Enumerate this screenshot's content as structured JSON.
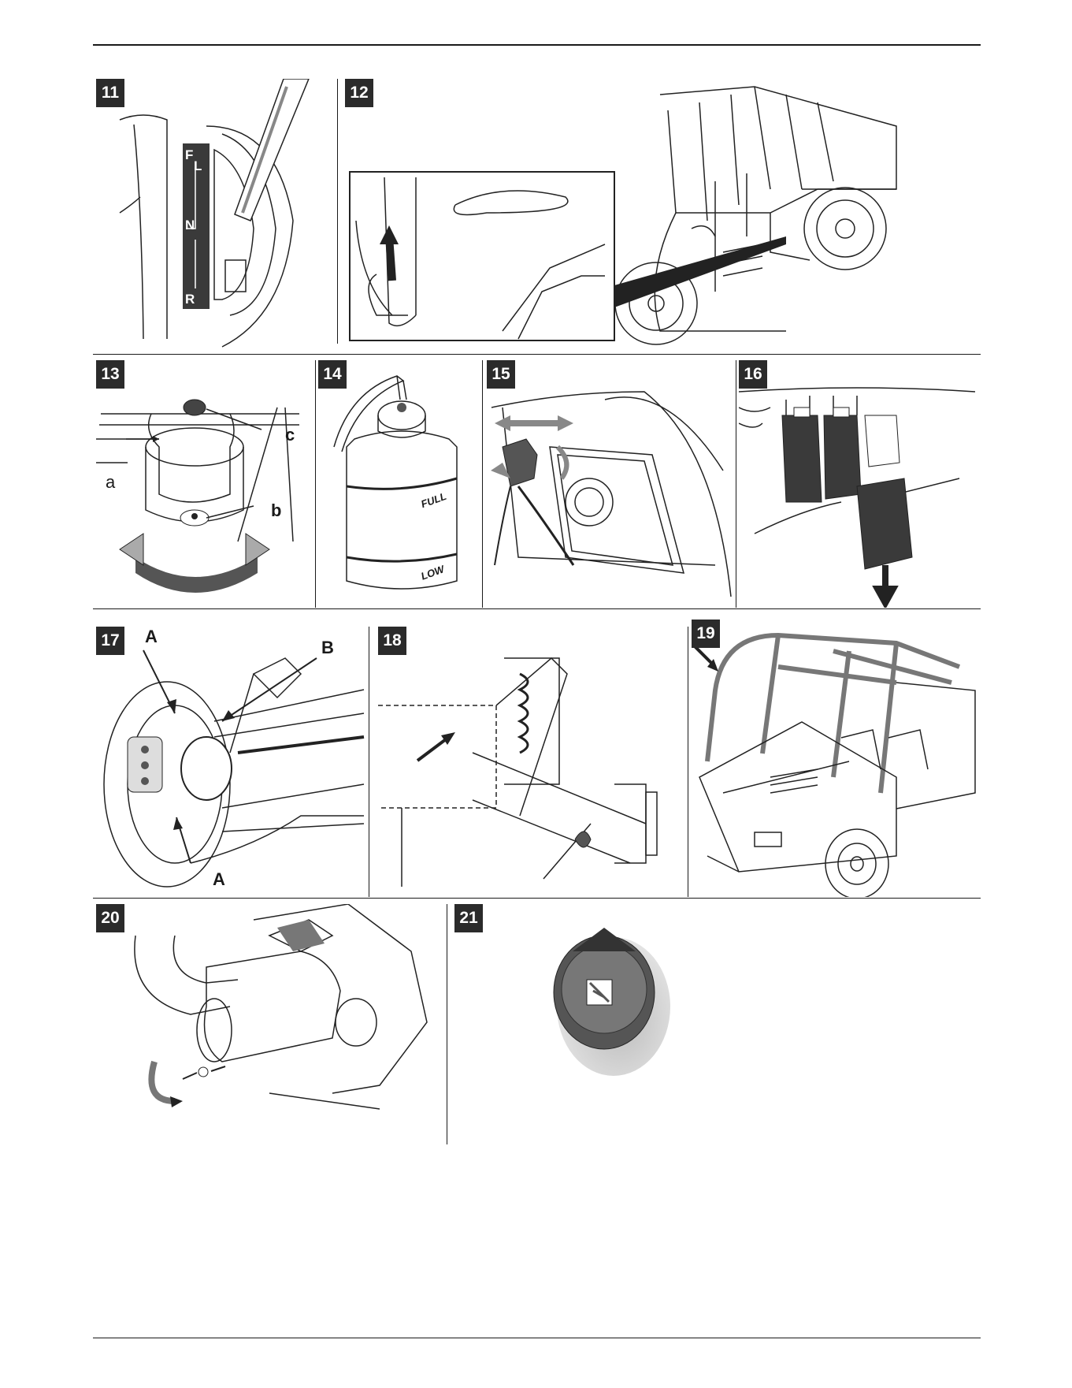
{
  "figures": [
    {
      "id": "11",
      "label": "11",
      "gears": [
        "F",
        "L",
        "N",
        "R"
      ]
    },
    {
      "id": "12",
      "label": "12"
    },
    {
      "id": "13",
      "label": "13",
      "callouts": [
        "a",
        "b",
        "c"
      ]
    },
    {
      "id": "14",
      "label": "14",
      "tank_marks": [
        "FULL",
        "LOW"
      ]
    },
    {
      "id": "15",
      "label": "15"
    },
    {
      "id": "16",
      "label": "16"
    },
    {
      "id": "17",
      "label": "17",
      "callouts": [
        "A",
        "B",
        "A"
      ]
    },
    {
      "id": "18",
      "label": "18"
    },
    {
      "id": "19",
      "label": "19"
    },
    {
      "id": "20",
      "label": "20"
    },
    {
      "id": "21",
      "label": "21"
    }
  ]
}
